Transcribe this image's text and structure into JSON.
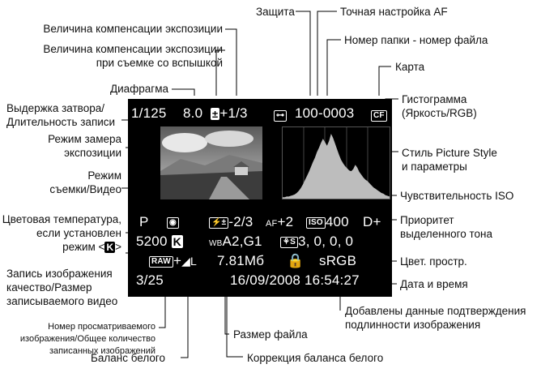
{
  "labels": {
    "protection": "Защита",
    "af_microadjust": "Точная настройка AF",
    "exposure_comp": "Величина компенсации экспозиции",
    "flash_comp": "Величина компенсации экспозиции\nпри съемке со вспышкой",
    "folder_file": "Номер папки - номер файла",
    "card": "Карта",
    "aperture": "Диафрагма",
    "shutter": "Выдержка затвора/\nДлительность записи",
    "histogram": "Гистограмма\n(Яркость/RGB)",
    "metering": "Режим замера\nэкспозиции",
    "picture_style": "Стиль Picture Style\nи параметры",
    "shooting_mode": "Режим\nсъемки/Видео",
    "iso": "Чувствительность ISO",
    "color_temp": "Цветовая температура,\nесли установлен\nрежим <",
    "color_temp_end": ">",
    "highlight_priority": "Приоритет\nвыделенного тона",
    "quality": "Запись изображения\nкачество/Размер\nзаписываемого видео",
    "color_space": "Цвет. простр.",
    "datetime": "Дата и время",
    "verification": "Добавлены данные подтверждения\nподлинности изображения",
    "playback_number": "Номер просматриваемого\nизображения/Общее количество\nзаписанных изображений",
    "file_size": "Размер файла",
    "white_balance": "Баланс белого",
    "wb_correction": "Коррекция баланса белого"
  },
  "screen": {
    "shutter": "1/125",
    "aperture": "8.0",
    "exp_comp": "+1/3",
    "folder_file": "100-0003",
    "mode": "P",
    "flash_comp": "-2/3",
    "af_adj": "+2",
    "iso": "400",
    "d_plus": "D+",
    "color_temp": "5200",
    "wb_shift": "A2,G1",
    "style_params": "3, 0, 0, 0",
    "quality_size": "7.81Мб",
    "color_space": "sRGB",
    "playback": "3/25",
    "datetime": "16/09/2008 16:54:27"
  },
  "histogram_data": [
    2,
    2,
    3,
    3,
    4,
    5,
    6,
    8,
    11,
    15,
    20,
    26,
    32,
    38,
    45,
    52,
    58,
    66,
    72,
    79,
    85,
    80,
    75,
    82,
    92,
    86,
    78,
    70,
    62,
    55,
    50,
    46,
    43,
    40,
    39,
    42,
    48,
    44,
    38,
    34,
    30,
    27,
    25,
    22,
    19,
    16,
    14,
    12,
    10,
    8,
    7,
    5,
    4,
    3
  ]
}
